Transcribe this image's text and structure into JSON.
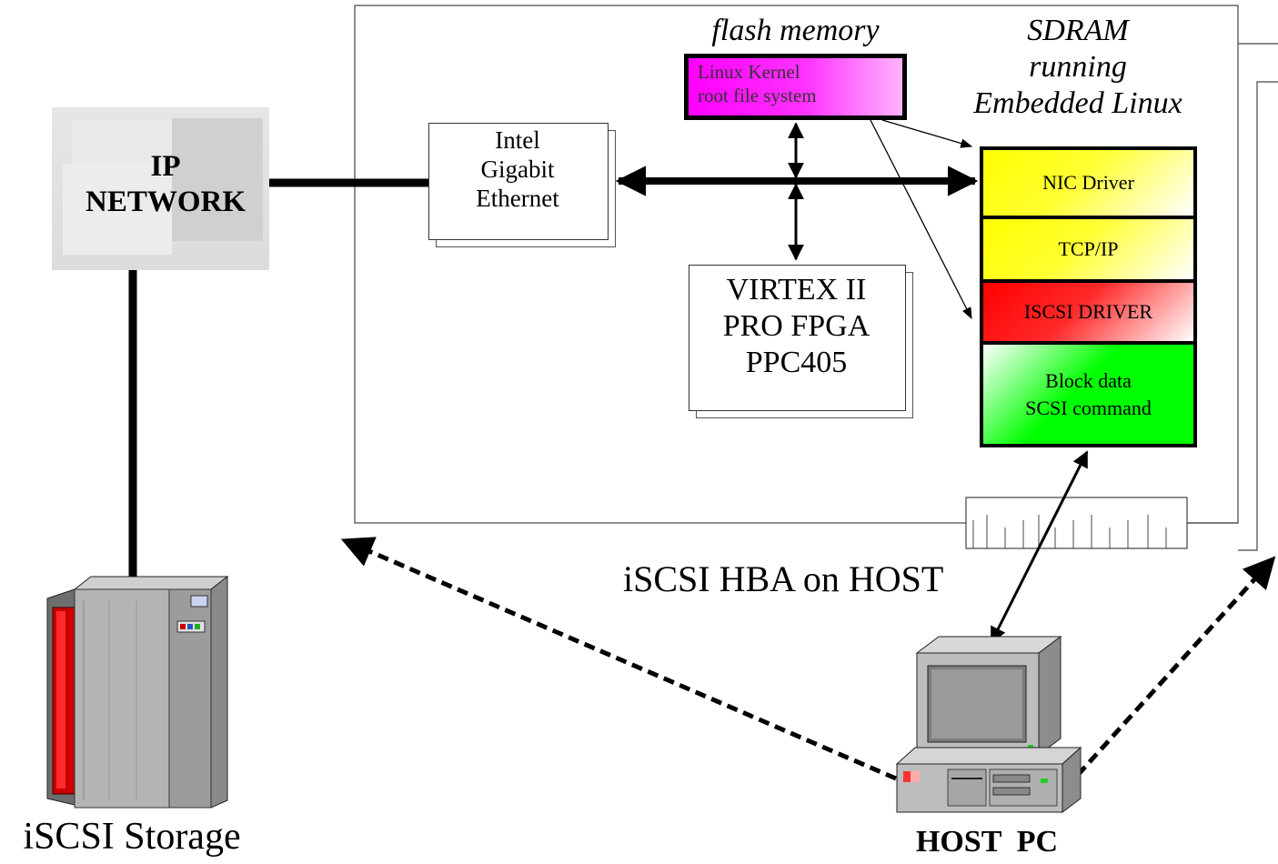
{
  "network": {
    "line1": "IP",
    "line2": "NETWORK"
  },
  "nic": {
    "line1": "Intel",
    "line2": "Gigabit",
    "line3": "Ethernet"
  },
  "flash": {
    "title": "flash memory",
    "line1": "Linux Kernel",
    "line2": "root file  system"
  },
  "sdram": {
    "line1": "SDRAM",
    "line2": "running",
    "line3": "Embedded Linux"
  },
  "stack": {
    "nic_driver": "NIC Driver",
    "tcpip": "TCP/IP",
    "iscsi_driver": "ISCSI DRIVER",
    "block_line1": "Block data",
    "block_line2": "SCSI command"
  },
  "fpga": {
    "line1": "VIRTEX II",
    "line2": "PRO FPGA",
    "line3": "PPC405"
  },
  "hba_label": "iSCSI HBA on HOST",
  "storage_label": "iSCSI Storage",
  "host_label": "HOST  PC",
  "colors": {
    "flash": "#ff00ff",
    "nic_driver": "#ffff00",
    "tcpip": "#ffff00",
    "iscsi_driver": "#ff0000",
    "block_data": "#00ff00",
    "storage_accent": "#cc0000"
  }
}
